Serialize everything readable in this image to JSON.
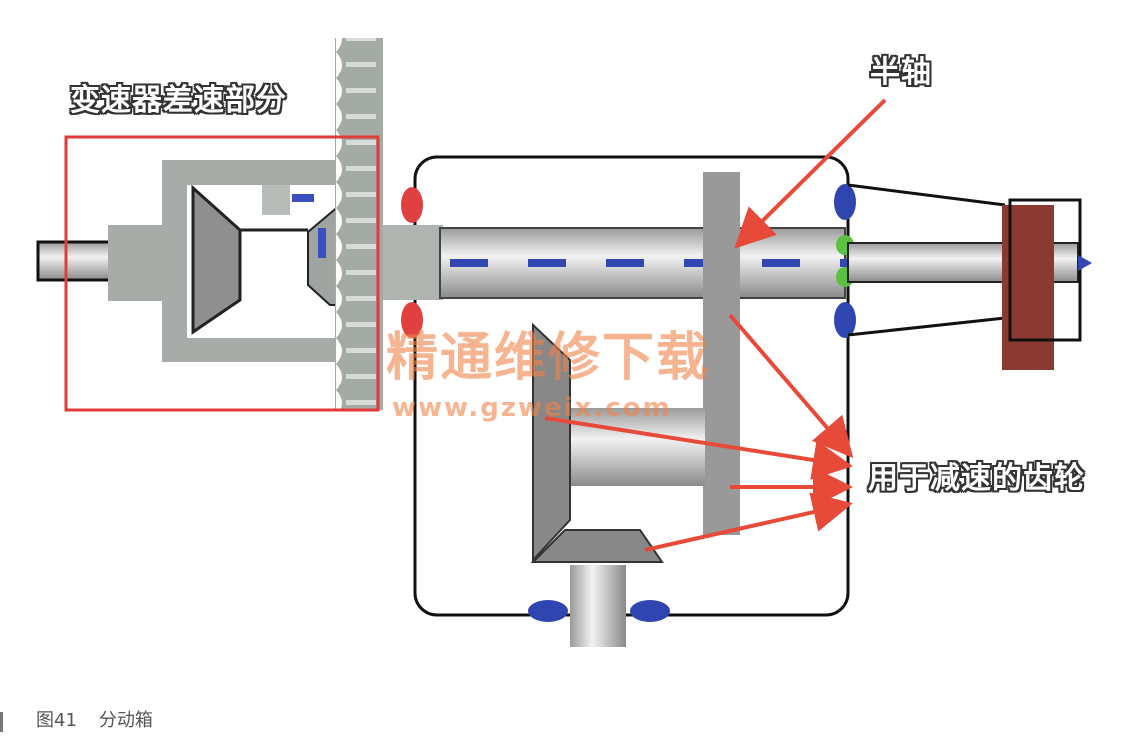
{
  "labels": {
    "differential": "变速器差速部分",
    "half_shaft": "半轴",
    "reduction_gears": "用于减速的齿轮"
  },
  "watermark": {
    "title": "精通维修下载",
    "url": "www.gzweix.com"
  },
  "caption": {
    "figure": "图41",
    "title": "分动箱"
  },
  "colors": {
    "highlight_box": "#e03a3a",
    "arrow": "#e84a3a",
    "seal_red": "#e04040",
    "seal_blue": "#2f45b0",
    "seal_green": "#5cc040",
    "flange": "#8a3a30"
  }
}
